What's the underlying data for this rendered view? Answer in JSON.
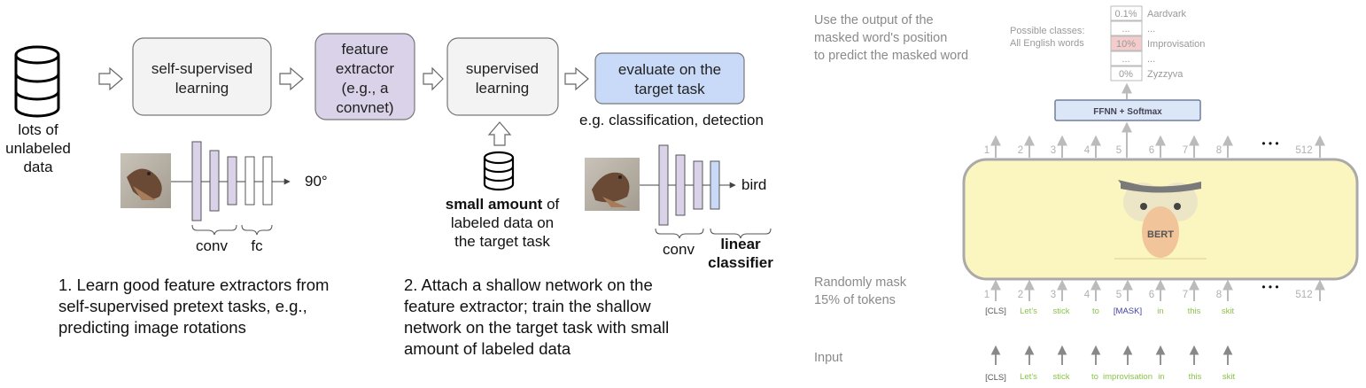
{
  "left_diagram": {
    "data_label_lines": [
      "lots of",
      "unlabeled",
      "data"
    ],
    "box_ssl_lines": [
      "self-supervised",
      "learning"
    ],
    "box_feat_lines": [
      "feature",
      "extractor",
      "(e.g., a",
      "convnet)"
    ],
    "box_sup_lines": [
      "supervised",
      "learning"
    ],
    "box_eval_lines": [
      "evaluate on the",
      "target task"
    ],
    "eval_caption": "e.g. classification, detection",
    "small_amount_bold": "small amount",
    "small_amount_rest": " of",
    "labeled_lines": [
      "labeled data on",
      "the target task"
    ],
    "net1_output": "90°",
    "net1_conv": "conv",
    "net1_fc": "fc",
    "net2_output": "bird",
    "net2_conv": "conv",
    "net2_linear_lines": [
      "linear",
      "classifier"
    ],
    "step1_lines": [
      "1. Learn good feature extractors from",
      "self-supervised pretext tasks, e.g.,",
      "predicting image rotations"
    ],
    "step2_lines": [
      "2. Attach a shallow network on the",
      "feature extractor; train the shallow",
      "network on the target task with small",
      "amount of labeled data"
    ]
  },
  "bert_diagram": {
    "output_note_lines": [
      "Use the output of the",
      "masked word's position",
      "to predict the masked word"
    ],
    "classes_label_lines": [
      "Possible classes:",
      "All English words"
    ],
    "prob_rows": [
      {
        "pct": "0.1%",
        "word": "Aardvark",
        "highlight": false
      },
      {
        "pct": "...",
        "word": "...",
        "highlight": false
      },
      {
        "pct": "10%",
        "word": "Improvisation",
        "highlight": true
      },
      {
        "pct": "...",
        "word": "...",
        "highlight": false
      },
      {
        "pct": "0%",
        "word": "Zyzzyva",
        "highlight": false
      }
    ],
    "ffnn_label": "FFNN + Softmax",
    "model_label": "BERT",
    "position_numbers": [
      "1",
      "2",
      "3",
      "4",
      "5",
      "6",
      "7",
      "8",
      "512"
    ],
    "ellipsis": "• • •",
    "mask_note_lines": [
      "Randomly mask",
      "15% of tokens"
    ],
    "masked_tokens": [
      "[CLS]",
      "Let's",
      "stick",
      "to",
      "[MASK]",
      "in",
      "this",
      "skit"
    ],
    "input_label": "Input",
    "input_tokens": [
      "[CLS]",
      "Let's",
      "stick",
      "to",
      "improvisation",
      "in",
      "this",
      "skit"
    ],
    "colors": {
      "token_green": "#8bc34a",
      "mask_purple": "#3f3fa0",
      "cls_gray": "#555555",
      "highlight_pink": "#f4cccc",
      "bert_yellow": "#fbf5c0"
    }
  }
}
